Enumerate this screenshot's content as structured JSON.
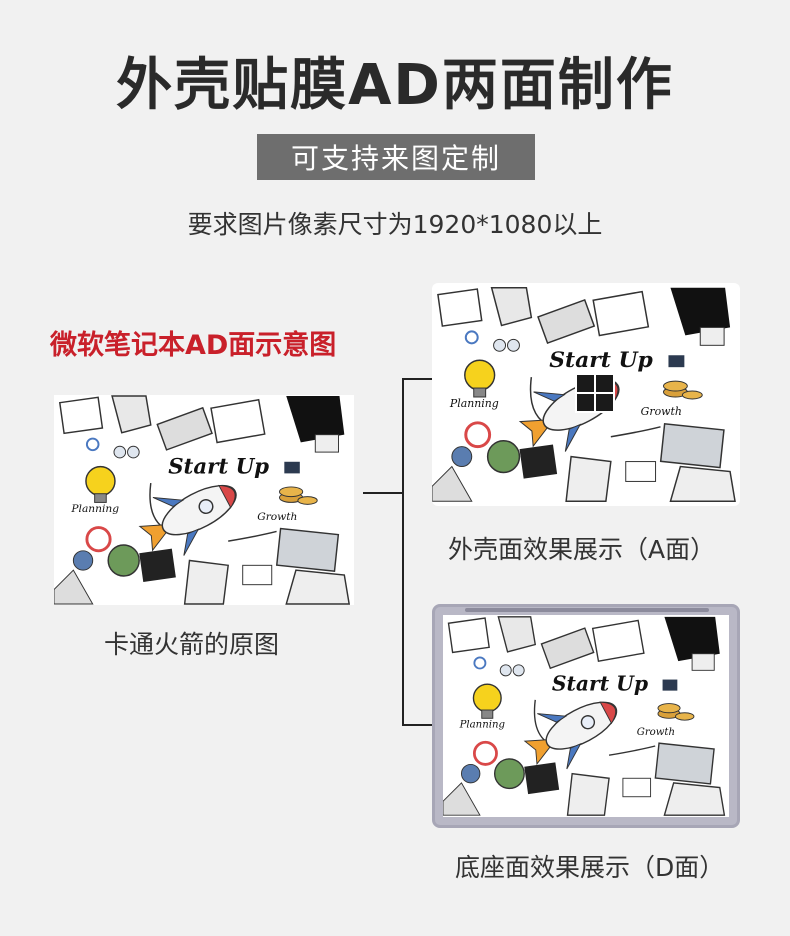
{
  "header": {
    "title": "外壳贴膜AD两面制作",
    "tag": "可支持来图定制",
    "requirement": "要求图片像素尺寸为1920*1080以上"
  },
  "labels": {
    "diagram_title": "微软笔记本AD面示意图",
    "original_caption": "卡通火箭的原图",
    "a_side_caption": "外壳面效果展示（A面）",
    "d_side_caption": "底座面效果展示（D面）"
  },
  "artwork": {
    "start_up": "Start Up",
    "planning": "Planning",
    "growth": "Growth"
  },
  "colors": {
    "title": "#2a2a2a",
    "tag_bg": "#6e6e6e",
    "red": "#c9202a",
    "bulb": "#f6d21d",
    "rocket_blue": "#4a78c0",
    "rocket_red": "#d94848",
    "flame": "#f0a030",
    "base_frame": "#b9b8c6"
  },
  "icons": [
    "windows-logo-icon",
    "lightbulb-icon",
    "rocket-icon",
    "gear-icon",
    "coin-stack-icon",
    "laptop-icon",
    "hand-icon"
  ]
}
